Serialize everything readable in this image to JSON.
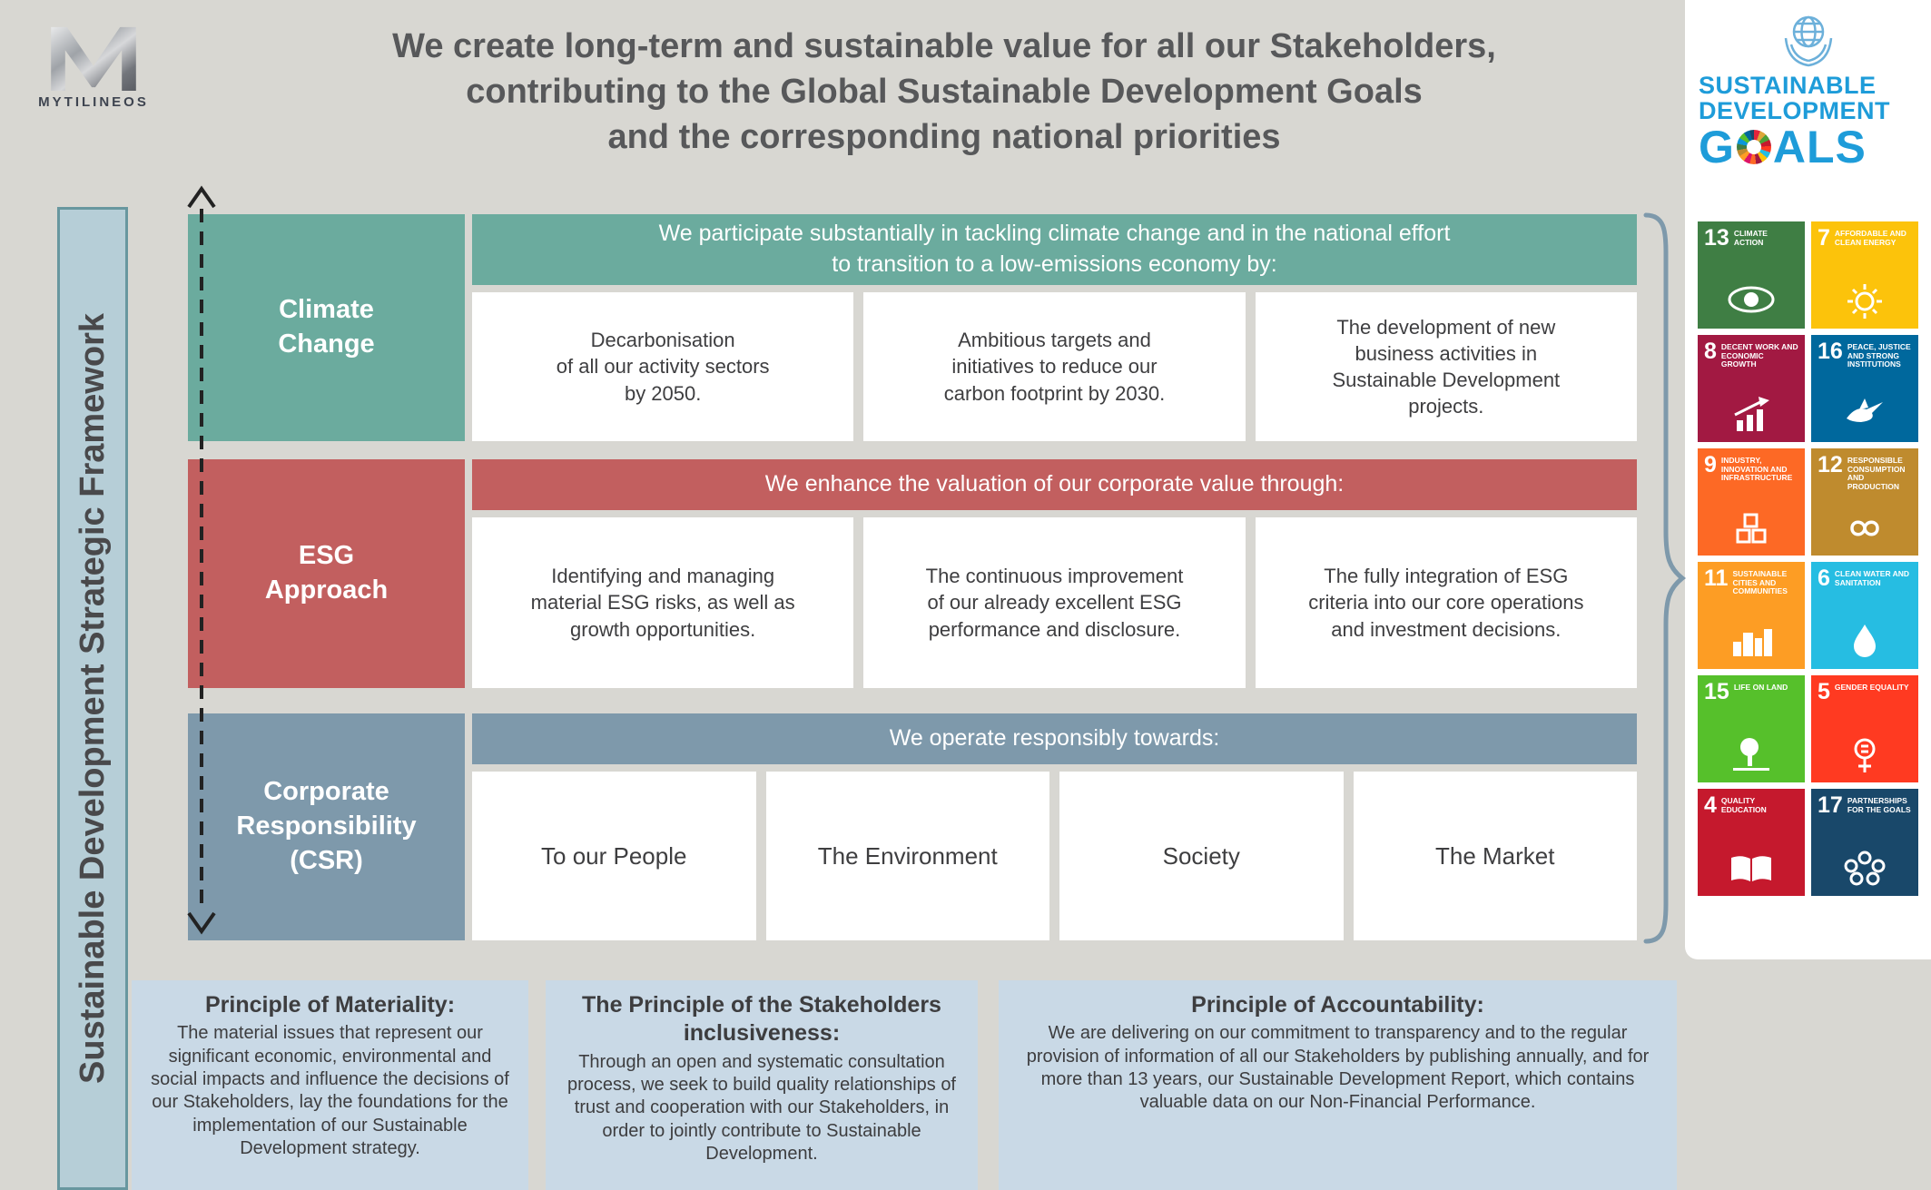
{
  "palette": {
    "page_bg": "#d8d7d2",
    "climate": "#6bab9e",
    "esg": "#c25f5f",
    "csr": "#7e99ab",
    "principle_bg": "#c9d9e6",
    "sdg_blue": "#1e9cd9"
  },
  "logo": {
    "company": "MYTILINEOS"
  },
  "header": {
    "line1": "We create long-term and sustainable value for all our Stakeholders,",
    "line2": "contributing to the Global Sustainable Development Goals",
    "line3": "and the corresponding national priorities"
  },
  "sidebar": {
    "label": "Sustainable Development Strategic Framework"
  },
  "rows": {
    "climate": {
      "label_lines": [
        "Climate",
        "Change"
      ],
      "color": "#6bab9e",
      "header_line1": "We participate substantially in tackling climate change and in the national effort",
      "header_line2": "to transition to a low-emissions economy by:",
      "items": [
        "Decarbonisation\nof all our activity sectors\nby 2050.",
        "Ambitious targets and\ninitiatives to reduce our\ncarbon footprint by 2030.",
        "The development of new\nbusiness activities in\nSustainable Development\nprojects."
      ]
    },
    "esg": {
      "label_lines": [
        "ESG",
        "Approach"
      ],
      "color": "#c25f5f",
      "header": "We enhance the valuation of our corporate value through:",
      "items": [
        "Identifying and managing\nmaterial ESG risks, as well as\ngrowth opportunities.",
        "The continuous improvement\nof our already excellent ESG\nperformance and disclosure.",
        "The fully integration of ESG\ncriteria into our core operations\nand investment decisions."
      ]
    },
    "csr": {
      "label_lines": [
        "Corporate",
        "Responsibility",
        "(CSR)"
      ],
      "color": "#7e99ab",
      "header": "We operate responsibly towards:",
      "items": [
        "To our People",
        "The Environment",
        "Society",
        "The Market"
      ]
    }
  },
  "principles": [
    {
      "title": "Principle of Materiality:",
      "body": "The material issues that represent our significant economic, environmental and social impacts and influence the decisions of our Stakeholders, lay the foundations for the implementation of our Sustainable Development strategy."
    },
    {
      "title": "The Principle of the Stakeholders inclusiveness:",
      "body": "Through an open and systematic consultation process, we seek to build quality relationships of trust and cooperation with our Stakeholders, in order to jointly contribute to Sustainable Development."
    },
    {
      "title": "Principle of Accountability:",
      "body": "We are delivering on our commitment to transparency and to the regular provision of information of all our Stakeholders by publishing annually, and for more than 13 years, our Sustainable Development Report, which contains valuable data on our Non-Financial Performance."
    }
  ],
  "sdg_logo": {
    "line1": "SUSTAINABLE",
    "line2": "DEVELOPMENT",
    "goals_prefix": "G",
    "goals_suffix": "ALS"
  },
  "sdg": {
    "tiles": [
      {
        "num": "13",
        "title": "CLIMATE ACTION",
        "color": "#3F7E44"
      },
      {
        "num": "7",
        "title": "AFFORDABLE AND CLEAN ENERGY",
        "color": "#FCC30B"
      },
      {
        "num": "8",
        "title": "DECENT WORK AND ECONOMIC GROWTH",
        "color": "#A21942"
      },
      {
        "num": "16",
        "title": "PEACE, JUSTICE AND STRONG INSTITUTIONS",
        "color": "#00689D"
      },
      {
        "num": "9",
        "title": "INDUSTRY, INNOVATION AND INFRASTRUCTURE",
        "color": "#FD6925"
      },
      {
        "num": "12",
        "title": "RESPONSIBLE CONSUMPTION AND PRODUCTION",
        "color": "#BF8B2E"
      },
      {
        "num": "11",
        "title": "SUSTAINABLE CITIES AND COMMUNITIES",
        "color": "#FD9D24"
      },
      {
        "num": "6",
        "title": "CLEAN WATER AND SANITATION",
        "color": "#26BDE2"
      },
      {
        "num": "15",
        "title": "LIFE ON LAND",
        "color": "#56C02B"
      },
      {
        "num": "5",
        "title": "GENDER EQUALITY",
        "color": "#FF3A21"
      },
      {
        "num": "4",
        "title": "QUALITY EDUCATION",
        "color": "#C5192D"
      },
      {
        "num": "17",
        "title": "PARTNERSHIPS FOR THE GOALS",
        "color": "#19486A"
      }
    ]
  }
}
